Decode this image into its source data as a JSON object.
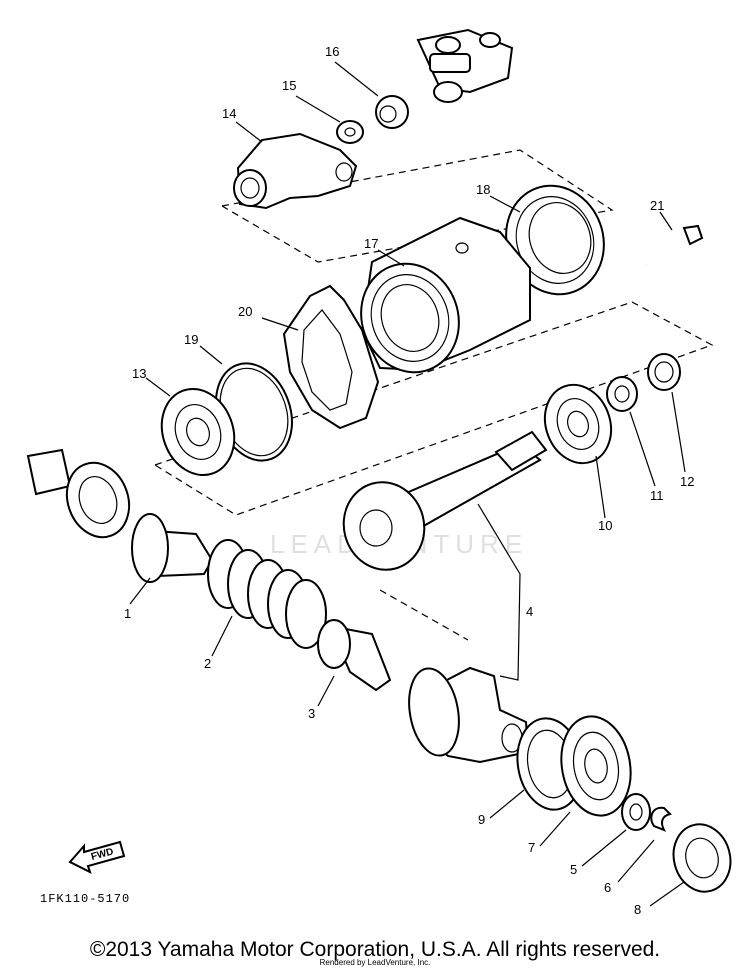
{
  "diagram": {
    "part_numbers": [
      "1",
      "2",
      "3",
      "4",
      "5",
      "6",
      "7",
      "8",
      "9",
      "10",
      "11",
      "12",
      "13",
      "14",
      "15",
      "16",
      "17",
      "18",
      "19",
      "20",
      "21"
    ],
    "fwd_label": "FWD",
    "drawing_code": "1FK110-5170",
    "watermark": "LEADVENTURE"
  },
  "footer": {
    "copyright": "©2013 Yamaha Motor Corporation, U.S.A. All rights reserved.",
    "rendered_by": "Rendered by LeadVenture, Inc."
  }
}
